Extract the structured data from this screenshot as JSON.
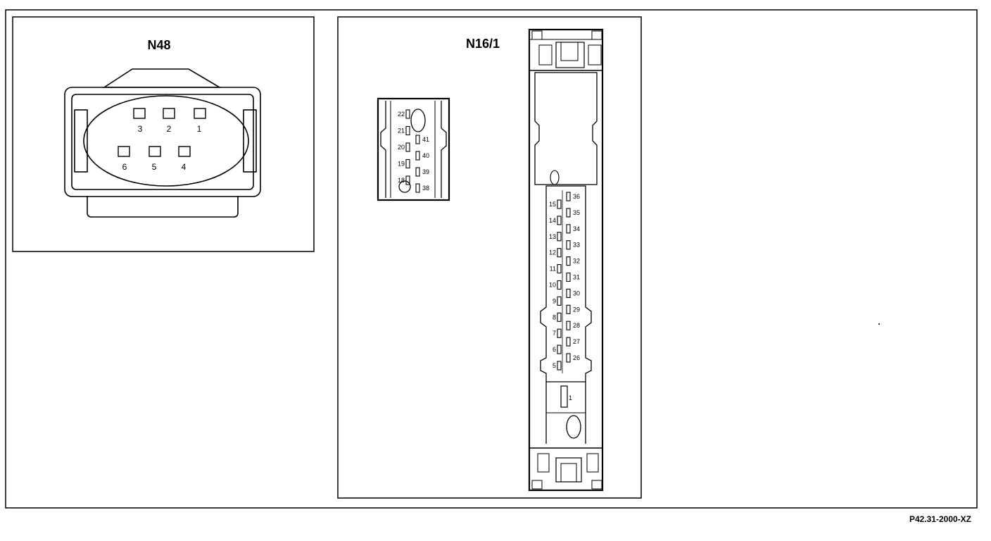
{
  "diagram": {
    "reference": "P42.31-2000-XZ",
    "connectors": [
      {
        "title": "N48",
        "pins": [
          {
            "label": "3"
          },
          {
            "label": "2"
          },
          {
            "label": "1"
          },
          {
            "label": "6"
          },
          {
            "label": "5"
          },
          {
            "label": "4"
          }
        ]
      },
      {
        "title": "N16/1",
        "small_block": {
          "left_pins": [
            {
              "label": "22"
            },
            {
              "label": "21"
            },
            {
              "label": "20"
            },
            {
              "label": "19"
            },
            {
              "label": "18"
            }
          ],
          "right_pins": [
            {
              "label": "41"
            },
            {
              "label": "40"
            },
            {
              "label": "39"
            },
            {
              "label": "38"
            }
          ]
        },
        "tall_block": {
          "left_pins": [
            {
              "label": "15"
            },
            {
              "label": "14"
            },
            {
              "label": "13"
            },
            {
              "label": "12"
            },
            {
              "label": "11"
            },
            {
              "label": "10"
            },
            {
              "label": "9"
            },
            {
              "label": "8"
            },
            {
              "label": "7"
            },
            {
              "label": "6"
            },
            {
              "label": "5"
            }
          ],
          "right_pins": [
            {
              "label": "36"
            },
            {
              "label": "35"
            },
            {
              "label": "34"
            },
            {
              "label": "33"
            },
            {
              "label": "32"
            },
            {
              "label": "31"
            },
            {
              "label": "30"
            },
            {
              "label": "29"
            },
            {
              "label": "28"
            },
            {
              "label": "27"
            },
            {
              "label": "26"
            }
          ],
          "single_pin": {
            "label": "1"
          }
        }
      }
    ]
  }
}
